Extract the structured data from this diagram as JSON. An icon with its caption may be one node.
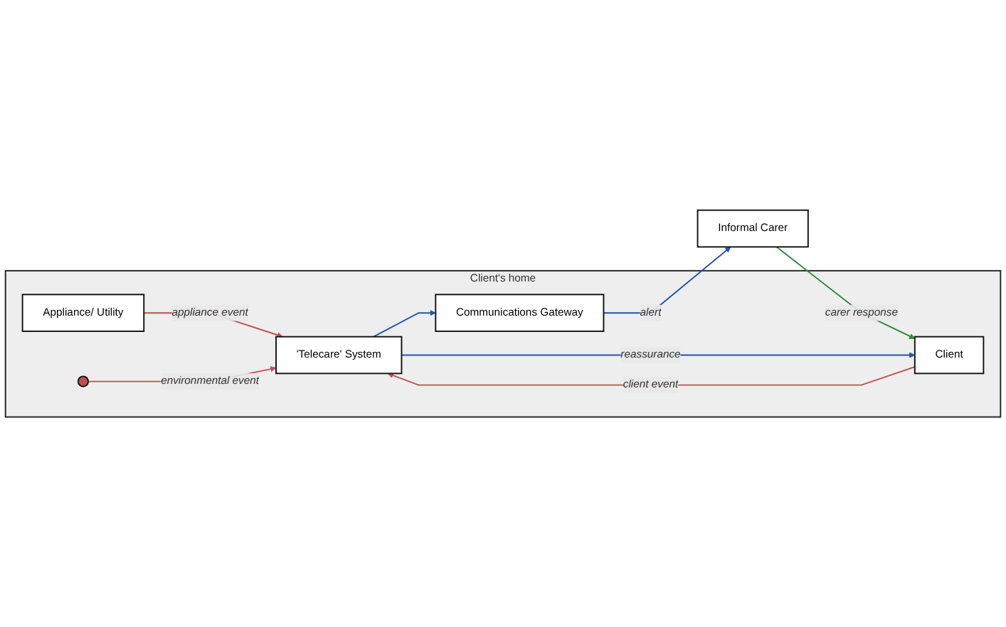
{
  "diagram": {
    "nodes": [
      {
        "text": [
          "Client's home"
        ]
      },
      {
        "text": [
          "Appliance/ Utility"
        ],
        "in": 0
      },
      {
        "text": [
          "'Telecare' System"
        ],
        "in": 0
      },
      {
        "text": [
          "Communications Gateway"
        ],
        "in": 0
      },
      {
        "text": [
          "Client"
        ],
        "in": 0
      },
      {
        "text": [
          "Informal Carer"
        ]
      },
      {
        "text": [],
        "shape": "circle",
        "in": 0
      }
    ],
    "edges": [
      {
        "from": 1,
        "to": 2,
        "arrow": "to",
        "label": "appliance event",
        "color": "#c0504d"
      },
      {
        "from": 6,
        "to": 2,
        "arrow": "to",
        "label": "environmental event",
        "color": "#c0504d"
      },
      {
        "from": 4,
        "to": 2,
        "arrow": "to",
        "label": "client event",
        "color": "#c0504d"
      },
      {
        "from": 2,
        "to": 3,
        "arrow": "to",
        "color": "#2255aa"
      },
      {
        "from": 2,
        "to": 4,
        "arrow": "to",
        "label": "reassurance",
        "color": "#2255aa"
      },
      {
        "from": 3,
        "to": 5,
        "arrow": "to",
        "label": "alert",
        "color": "#2255aa"
      },
      {
        "from": 5,
        "to": 4,
        "arrow": "to",
        "label": "carer response",
        "color": "#2e8b3a"
      }
    ]
  }
}
